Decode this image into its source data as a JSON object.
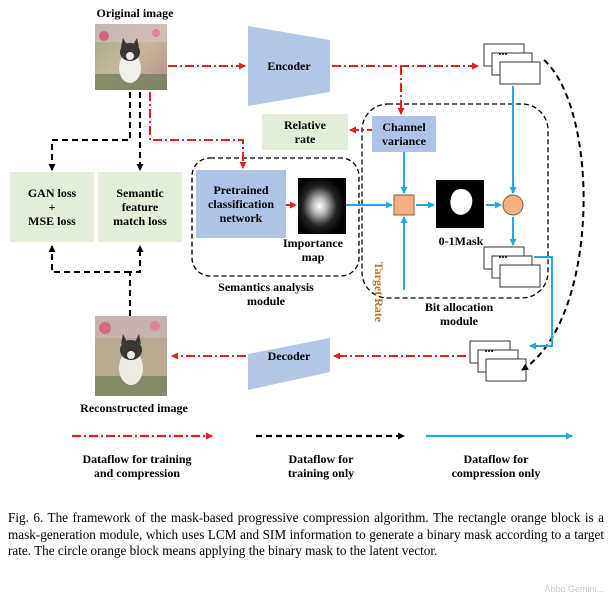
{
  "figure": {
    "labels": {
      "original_image": "Original image",
      "encoder": "Encoder",
      "decoder": "Decoder",
      "relative_rate": [
        "Relative",
        "rate"
      ],
      "channel_variance": [
        "Channel",
        "variance"
      ],
      "gan_loss": [
        "GAN loss",
        "+",
        "MSE loss"
      ],
      "semantic_loss": [
        "Semantic",
        "feature",
        "match loss"
      ],
      "pretrained_network": [
        "Pretrained",
        "classification",
        "network"
      ],
      "importance_map": [
        "Importance",
        "map"
      ],
      "target_rate": "Target Rate",
      "mask": "0-1Mask",
      "semantics_module": [
        "Semantics analysis",
        "module"
      ],
      "bit_allocation": [
        "Bit allocation",
        "module"
      ],
      "reconstructed_image": "Reconstructed image",
      "latent_dots": "..."
    },
    "legend": [
      {
        "text": [
          "Dataflow for training",
          "and compression"
        ],
        "color": "#e0221c",
        "style": "dash-dot"
      },
      {
        "text": [
          "Dataflow for",
          "training only"
        ],
        "color": "#000000",
        "style": "dashed"
      },
      {
        "text": [
          "Dataflow for",
          "compression only"
        ],
        "color": "#27a7e0",
        "style": "solid"
      }
    ],
    "colors": {
      "red_flow": "#e0221c",
      "black_flow": "#000000",
      "blue_flow": "#27a7e0",
      "encoder_fill": "#b4c6e7",
      "green_box": "#e2eed9",
      "blue_box": "#afc3e6",
      "orange_block": "#f4b183"
    }
  },
  "caption": "Fig. 6.   The framework of the mask-based progressive compression algorithm. The rectangle orange block is a mask-generation module, which uses LCM and SIM information to generate a binary mask according to a target rate. The circle orange block means applying the binary mask to the latent vector.",
  "watermark": "Abbo Gemini..."
}
